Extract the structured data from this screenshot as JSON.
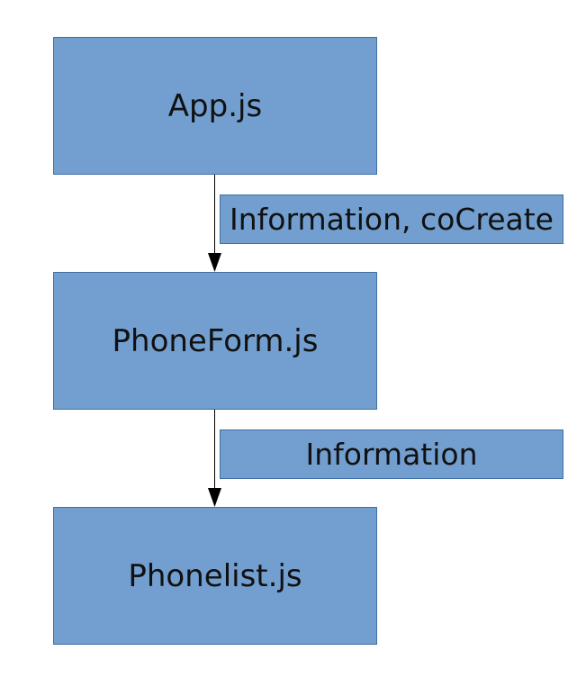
{
  "colors": {
    "box_fill": "#729fcf",
    "box_border": "#3f6fa6",
    "edge_color": "#000000",
    "text_color": "#111111"
  },
  "nodes": [
    {
      "id": "app",
      "label": "App.js"
    },
    {
      "id": "phoneform",
      "label": "PhoneForm.js"
    },
    {
      "id": "phonelist",
      "label": "Phonelist.js"
    }
  ],
  "edges": [
    {
      "from": "app",
      "to": "phoneform",
      "label": "Information, coCreate"
    },
    {
      "from": "phoneform",
      "to": "phonelist",
      "label": "Information"
    }
  ]
}
